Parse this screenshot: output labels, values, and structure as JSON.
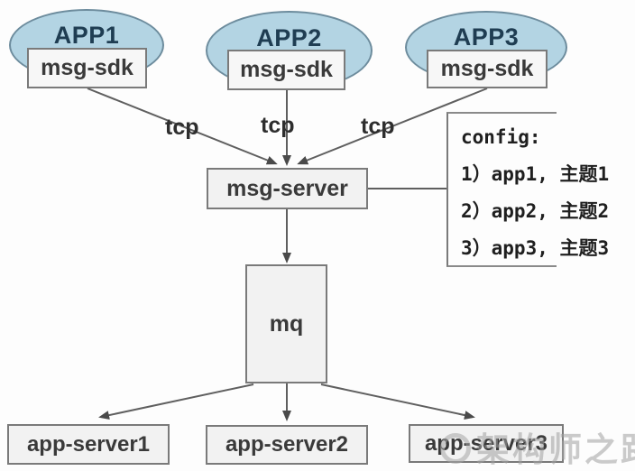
{
  "diagram": {
    "apps": [
      {
        "label": "APP1",
        "sdk": "msg-sdk"
      },
      {
        "label": "APP2",
        "sdk": "msg-sdk"
      },
      {
        "label": "APP3",
        "sdk": "msg-sdk"
      }
    ],
    "tcp_labels": [
      "tcp",
      "tcp",
      "tcp"
    ],
    "msg_server": "msg-server",
    "config": {
      "title": "config:",
      "items": [
        "1）app1, 主题1",
        "2）app2, 主题2",
        "3）app3, 主题3"
      ]
    },
    "mq": "mq",
    "app_servers": [
      "app-server1",
      "app-server2",
      "app-server3"
    ],
    "watermark": "架构师之路",
    "colors": {
      "ellipse_fill": "#b3d4e3",
      "ellipse_border": "#6d8c9d",
      "box_fill": "#f2f2f2",
      "box_border": "#7a7a7a",
      "line": "#5f5f5f",
      "arrowhead": "#4a4a4a",
      "app_text": "#1f3d52",
      "text": "#3a3a3a",
      "watermark_gray": "#a0a0a0"
    }
  }
}
